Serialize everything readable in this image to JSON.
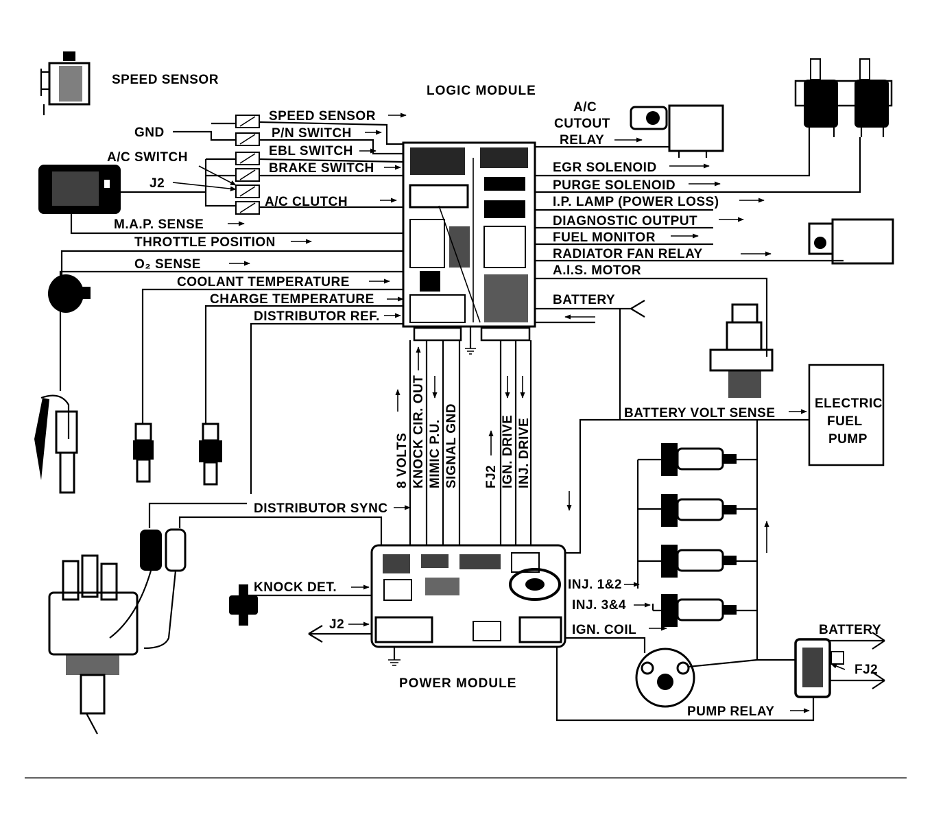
{
  "modules": {
    "logic": "LOGIC MODULE",
    "power": "POWER MODULE"
  },
  "components": {
    "speed_sensor": "SPEED SENSOR",
    "ac_cutout": [
      "A/C",
      "CUTOUT",
      "RELAY"
    ],
    "electric_fuel_pump": [
      "ELECTRIC",
      "FUEL",
      "PUMP"
    ]
  },
  "left_side": {
    "gnd": "GND",
    "ac_switch": "A/C SWITCH",
    "j2": "J2"
  },
  "logic_inputs": [
    "SPEED  SENSOR",
    "P/N SWITCH",
    "EBL SWITCH",
    "BRAKE SWITCH",
    "A/C CLUTCH",
    "M.A.P. SENSE",
    "THROTTLE POSITION",
    "O₂ SENSE",
    "COOLANT TEMPERATURE",
    "CHARGE TEMPERATURE",
    "DISTRIBUTOR REF."
  ],
  "logic_outputs": [
    "EGR SOLENOID",
    "PURGE SOLENOID",
    "I.P. LAMP (POWER LOSS)",
    "DIAGNOSTIC OUTPUT",
    "FUEL MONITOR",
    "RADIATOR FAN RELAY",
    "A.I.S. MOTOR",
    "BATTERY"
  ],
  "interconnect": [
    "8 VOLTS",
    "KNOCK CIR. OUT",
    "MIMIC P.U.",
    "SIGNAL GND",
    "FJ2",
    "IGN. DRIVE",
    "INJ. DRIVE"
  ],
  "power_side": {
    "distributor_sync": "DISTRIBUTOR SYNC",
    "knock_det": "KNOCK DET.",
    "j2": "J2",
    "battery_volt_sense": "BATTERY VOLT SENSE",
    "inj12": "INJ. 1&2",
    "inj34": "INJ. 3&4",
    "ign_coil": "IGN. COIL",
    "battery": "BATTERY",
    "fj2": "FJ2",
    "pump_relay": "PUMP  RELAY"
  }
}
